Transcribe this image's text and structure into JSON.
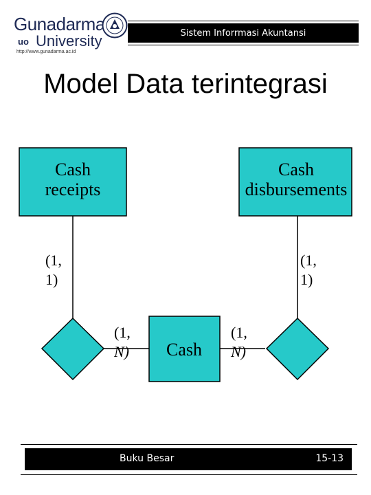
{
  "header": {
    "logo_name_top": "Gunadarma",
    "logo_prefix": "uo",
    "logo_name_bottom": "University",
    "logo_url": "http://www.gunadarma.ac.id",
    "bar_text": "Sistem Inforrmasi Akuntansi"
  },
  "title": "Model Data terintegrasi",
  "diagram": {
    "fill_color": "#26c9c9",
    "entities": {
      "cash_receipts": [
        "Cash",
        "receipts"
      ],
      "cash_disbursements": [
        "Cash",
        "disbursements"
      ],
      "cash": "Cash"
    },
    "cardinalities": {
      "receipts_min": "(1,",
      "receipts_max": "1)",
      "disbursements_min": "(1,",
      "disbursements_max": "1)",
      "cash_left_min": "(1,",
      "cash_left_max": "N)",
      "cash_right_min": "(1,",
      "cash_right_max": "N)"
    }
  },
  "footer": {
    "left": "Buku Besar",
    "right": "15-13"
  }
}
